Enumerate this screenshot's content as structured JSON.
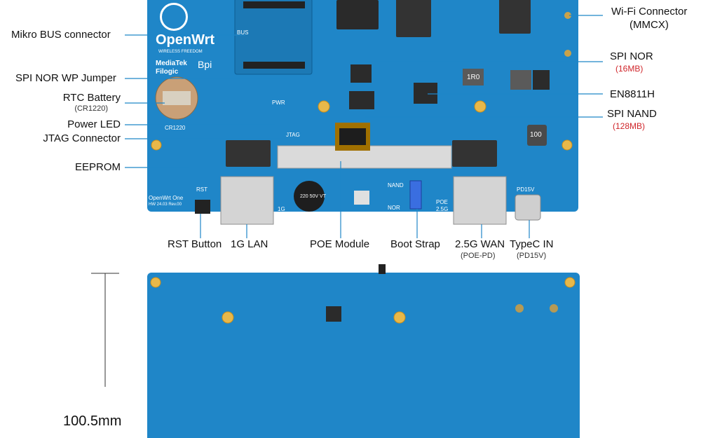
{
  "labels_left": [
    {
      "text": "Mikro BUS connector",
      "sub": ""
    },
    {
      "text": "SPI NOR WP Jumper",
      "sub": ""
    },
    {
      "text": "RTC Battery",
      "sub": "(CR1220)"
    },
    {
      "text": "Power LED",
      "sub": ""
    },
    {
      "text": "JTAG Connector",
      "sub": ""
    },
    {
      "text": "EEPROM",
      "sub": ""
    }
  ],
  "labels_right": [
    {
      "text": "Wi-Fi Connector",
      "sub": "(MMCX)"
    },
    {
      "text": "SPI NOR",
      "sub": "(16MB)"
    },
    {
      "text": "EN8811H",
      "sub": ""
    },
    {
      "text": "SPI NAND",
      "sub": "(128MB)"
    }
  ],
  "labels_bottom": [
    {
      "text": "RST Button",
      "sub": ""
    },
    {
      "text": "1G LAN",
      "sub": ""
    },
    {
      "text": "POE Module",
      "sub": ""
    },
    {
      "text": "Boot Strap",
      "sub": ""
    },
    {
      "text": "2.5G WAN",
      "sub": "(POE-PD)"
    },
    {
      "text": "TypeC IN",
      "sub": "(PD15V)"
    }
  ],
  "silkscreen": {
    "brand": "OpenWrt",
    "tagline": "WIRELESS FREEDOM",
    "mediatek": "MediaTek",
    "filogic": "Filogic",
    "bpi": "Bpi",
    "board_name": "OpenWrt One",
    "board_rev": "HW 24.03 Rev.00",
    "rst": "RST",
    "lan": "1G",
    "wan": "2.5G",
    "poe": "POE",
    "nand": "NAND",
    "nor": "NOR",
    "pwr": "PWR",
    "jtag": "JTAG",
    "rtc": "CR1220",
    "pd": "PD15V",
    "inductor1": "1R0",
    "inductor2": "100",
    "cap": "220 50V VT",
    "bus": "BUS"
  },
  "dimension": "100.5mm",
  "colors": {
    "board": "#1f86c8",
    "accent_red": "#d0262b",
    "line": "#1f86c8"
  }
}
